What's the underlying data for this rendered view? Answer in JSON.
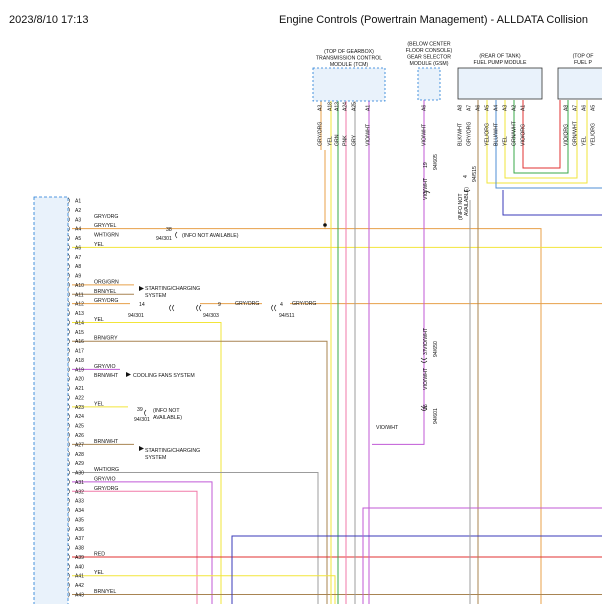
{
  "header": {
    "timestamp": "2023/8/10 17:13",
    "title": "Engine Controls (Powertrain Management) - ALLDATA Collision"
  },
  "colors": {
    "orange": "#e8a04a",
    "yellow": "#f2e53a",
    "green": "#3aa84a",
    "blue": "#4f8fd6",
    "violet": "#c05ad6",
    "brown": "#a88452",
    "red": "#e03030",
    "gray": "#9c9c9c",
    "darkblue": "#3a3ab8",
    "pink": "#f07aa8",
    "connector": "#1d7ad6"
  },
  "modules": [
    {
      "id": "tcm",
      "lines": [
        "(TOP OF GEARBOX)",
        "TRANSMISSION CONTROL",
        "MODULE (TCM)"
      ]
    },
    {
      "id": "gsm",
      "lines": [
        "(BELOW CENTER",
        "FLOOR CONSOLE)",
        "GEAR SELECTOR",
        "MODULE (GSM)"
      ]
    },
    {
      "id": "fpm",
      "lines": [
        "(REAR OF TANK)",
        "FUEL PUMP MODULE"
      ]
    },
    {
      "id": "fpm2",
      "lines": [
        "(TOP OF",
        "FUEL P"
      ]
    }
  ],
  "tcm_pins": [
    {
      "pin": "A3",
      "wire": "GRY/ORG"
    },
    {
      "pin": "A18",
      "wire": "YEL"
    },
    {
      "pin": "A13",
      "wire": "GRN"
    },
    {
      "pin": "A24",
      "wire": "PNK"
    },
    {
      "pin": "A25",
      "wire": "GRY"
    },
    {
      "pin": "A1",
      "wire": "VIO/WHT"
    }
  ],
  "gsm_pins": [
    {
      "pin": "A6",
      "wire": "VIO/WHT"
    }
  ],
  "fpm_pins": [
    {
      "pin": "A8",
      "wire": "BLK/WHT"
    },
    {
      "pin": "A7",
      "wire": "GRY/ORG"
    },
    {
      "pin": "A6",
      "wire": ""
    },
    {
      "pin": "A5",
      "wire": "YEL/ORG"
    },
    {
      "pin": "A4",
      "wire": "BLU/WHT"
    },
    {
      "pin": "A3",
      "wire": "YEL"
    },
    {
      "pin": "A2",
      "wire": "GRN/WHT"
    },
    {
      "pin": "A1",
      "wire": "VIO/ORG"
    }
  ],
  "fpm2_pins": [
    {
      "pin": "A8",
      "wire": "VIO/ORG"
    },
    {
      "pin": "A7",
      "wire": "GRN/WHT"
    },
    {
      "pin": "A6",
      "wire": "YEL"
    },
    {
      "pin": "A5",
      "wire": "YEL/ORG"
    }
  ],
  "left_pins": [
    "A1",
    "A2",
    "A3",
    "A4",
    "A5",
    "A6",
    "A7",
    "A8",
    "A9",
    "A10",
    "A11",
    "A12",
    "A13",
    "A14",
    "A15",
    "A16",
    "A17",
    "A18",
    "A19",
    "A20",
    "A21",
    "A22",
    "A23",
    "A24",
    "A25",
    "A26",
    "A27",
    "A28",
    "A29",
    "A30",
    "A31",
    "A32",
    "A33",
    "A34",
    "A35",
    "A36",
    "A37",
    "A38",
    "A39",
    "A40",
    "A41",
    "A42",
    "A43"
  ],
  "wire_labels": [
    {
      "row": 3,
      "text": "GRY/ORG"
    },
    {
      "row": 4,
      "text": "GRY/YEL"
    },
    {
      "row": 5,
      "text": "WHT/GRN"
    },
    {
      "row": 6,
      "text": "YEL"
    },
    {
      "row": 10,
      "text": "ORG/GRN"
    },
    {
      "row": 11,
      "text": "BRN/YEL"
    },
    {
      "row": 12,
      "text": "GRY/ORG"
    },
    {
      "row": 14,
      "text": "YEL"
    },
    {
      "row": 16,
      "text": "BRN/GRY"
    },
    {
      "row": 19,
      "text": "GRY/VIO"
    },
    {
      "row": 20,
      "text": "BRN/WHT"
    },
    {
      "row": 23,
      "text": "YEL"
    },
    {
      "row": 27,
      "text": "BRN/WHT"
    },
    {
      "row": 30,
      "text": "WHT/ORG"
    },
    {
      "row": 31,
      "text": "GRY/VIO"
    },
    {
      "row": 32,
      "text": "GRY/ORG"
    },
    {
      "row": 39,
      "text": "RED"
    },
    {
      "row": 41,
      "text": "YEL"
    },
    {
      "row": 43,
      "text": "BRN/YEL"
    }
  ],
  "annotations": {
    "a4_splice": "38",
    "a4_ref": "94/301",
    "info_na": "(INFO NOT AVAILABLE)",
    "starting_1": "STARTING/CHARGING",
    "system_1": "SYSTEM",
    "a12_c1": "14",
    "a12_ref1": "94/301",
    "a12_wire2": "GRY/ORG",
    "a12_c2": "9",
    "a12_ref2": "94/303",
    "a12_wire3": "GRY/ORG",
    "a12_c3": "4",
    "a12_ref3": "94/511",
    "cooling": "COOLING FANS SYSTEM",
    "a23_c": "39",
    "a23_ref": "94/301",
    "info_not": "(INFO NOT",
    "available": "AVAILABLE)",
    "starting_2": "STARTING/CHARGING",
    "system_2": "SYSTEM",
    "vio_wht": "VIO/WHT",
    "gsm_w1": "VIO/WHT",
    "gsm_c1": "19",
    "gsm_r1": "94/605",
    "gsm_w2": "VIO/WHT",
    "gsm_c2": "37",
    "gsm_r2": "94/650",
    "gsm_w3": "VIO/WHT",
    "gsm_c3": "16",
    "gsm_r3": "94/601",
    "fpm_info1": "(INFO NOT",
    "fpm_info2": "AVAILABLE)",
    "fpm_c": "4",
    "fpm_r": "94/515"
  }
}
